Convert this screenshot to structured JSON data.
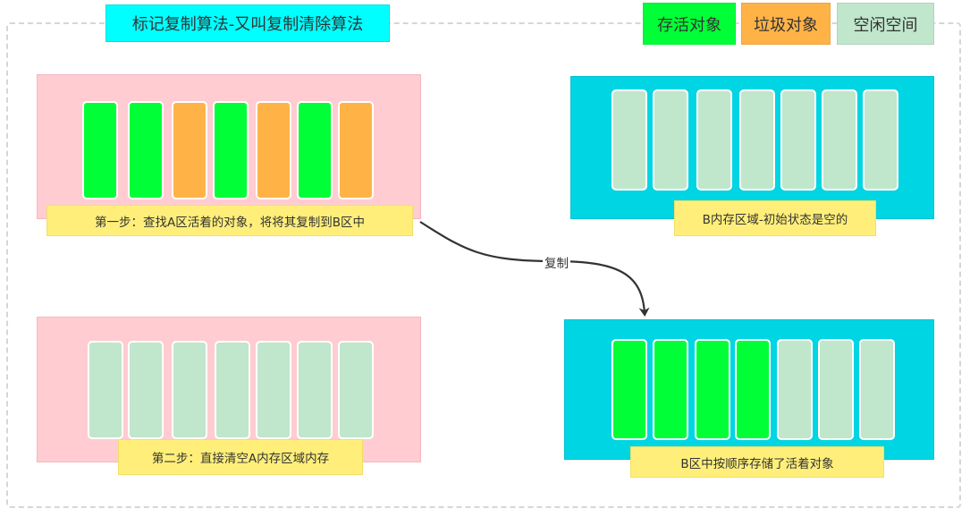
{
  "title": "标记复制算法-又叫复制清除算法",
  "legend": [
    {
      "label": "存活对象",
      "color": "#00ff37"
    },
    {
      "label": "垃圾对象",
      "color": "#ffb347"
    },
    {
      "label": "空闲空间",
      "color": "#c0e6cc"
    }
  ],
  "colors": {
    "alive": "#00ff37",
    "garbage": "#ffb347",
    "free": "#c0e6cc",
    "area_a": "#ffccd1",
    "area_b": "#00d5e3",
    "note": "#ffef7a"
  },
  "panels": {
    "step1": {
      "note": "第一步：查找A区活着的对象，将将其复制到B区中",
      "cells": [
        "alive",
        "alive",
        "garbage",
        "alive",
        "garbage",
        "alive",
        "garbage"
      ]
    },
    "b_initial": {
      "note": "B内存区域-初始状态是空的",
      "cells": [
        "free",
        "free",
        "free",
        "free",
        "free",
        "free",
        "free"
      ]
    },
    "step2": {
      "note": "第二步：直接清空A内存区域内存",
      "cells": [
        "free",
        "free",
        "free",
        "free",
        "free",
        "free",
        "free"
      ]
    },
    "b_result": {
      "note": "B区中按顺序存储了活着对象",
      "cells": [
        "alive",
        "alive",
        "alive",
        "alive",
        "free",
        "free",
        "free"
      ]
    }
  },
  "arrow": {
    "label": "复制"
  }
}
